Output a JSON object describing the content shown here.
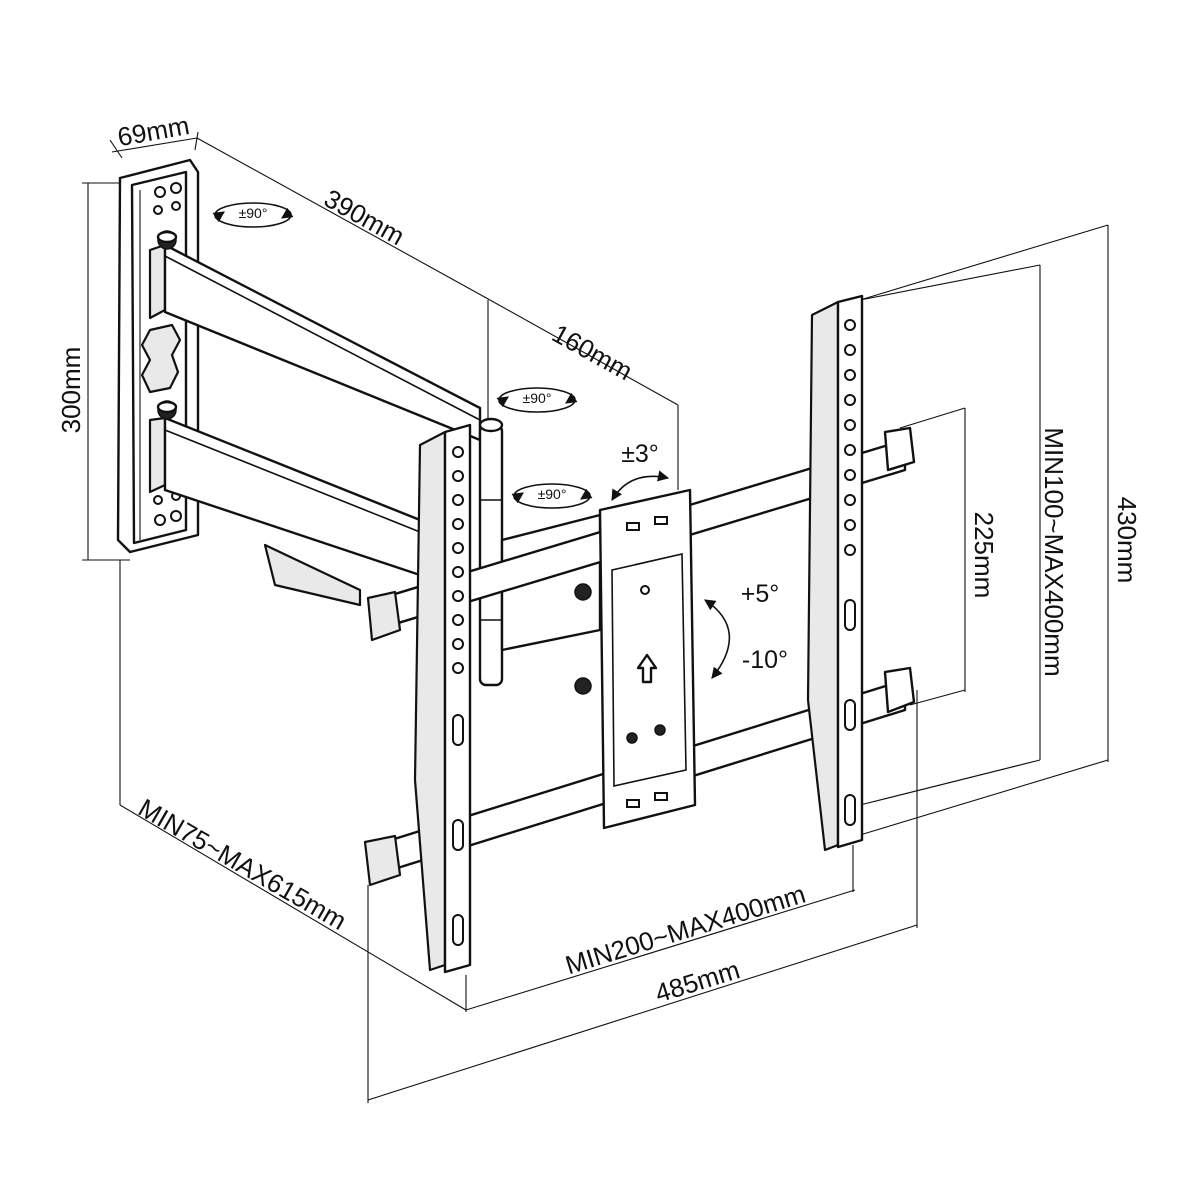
{
  "dimensions": {
    "wall_plate_depth": "69mm",
    "arm_length_1": "390mm",
    "arm_length_2": "160mm",
    "wall_plate_height": "300mm",
    "vesa_vertical": "MIN100~MAX400mm",
    "total_height": "430mm",
    "rail_spacing": "225mm",
    "vesa_horizontal": "MIN200~MAX400mm",
    "total_width": "485mm",
    "extension": "MIN75~MAX615mm"
  },
  "rotations": {
    "wall_swivel": "±90°",
    "elbow_swivel": "±90°",
    "head_swivel": "±90°"
  },
  "adjustments": {
    "rotation": "±3°",
    "tilt_up": "+5°",
    "tilt_down": "-10°"
  }
}
